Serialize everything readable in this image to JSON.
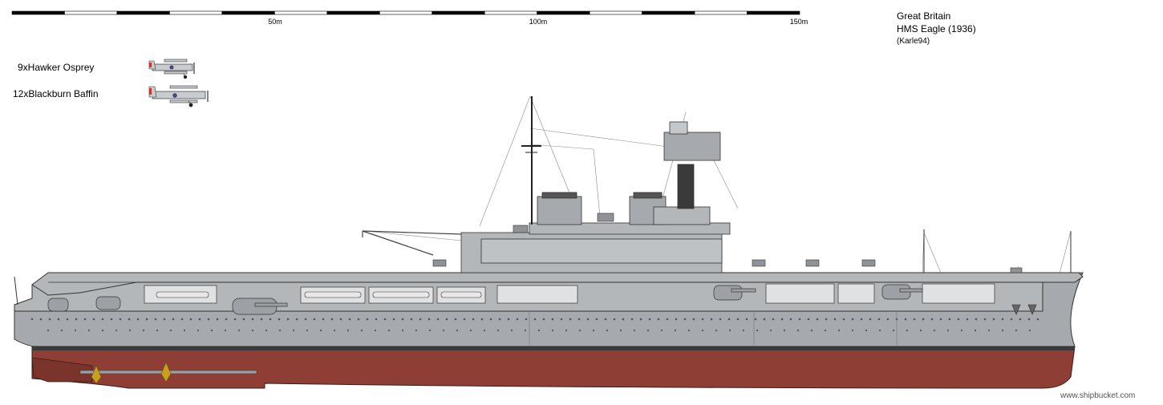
{
  "scale": {
    "labels": [
      {
        "text": "50m",
        "meters": 50
      },
      {
        "text": "100m",
        "meters": 100
      },
      {
        "text": "150m",
        "meters": 150
      }
    ]
  },
  "title": {
    "country": "Great Britain",
    "ship": "HMS Eagle (1936)",
    "author": "(Karle94)"
  },
  "air_wing": [
    {
      "label": "9xHawker Osprey"
    },
    {
      "label": "12xBlackburn Baffin"
    }
  ],
  "watermark": "www.shipbucket.com",
  "colors": {
    "hull_gray": "#a6a9ad",
    "superstructure_gray": "#b4b7ba",
    "antifouling_red": "#8e3e34",
    "boot_topping": "#3a3a3a",
    "propeller_brass": "#c8a020"
  }
}
